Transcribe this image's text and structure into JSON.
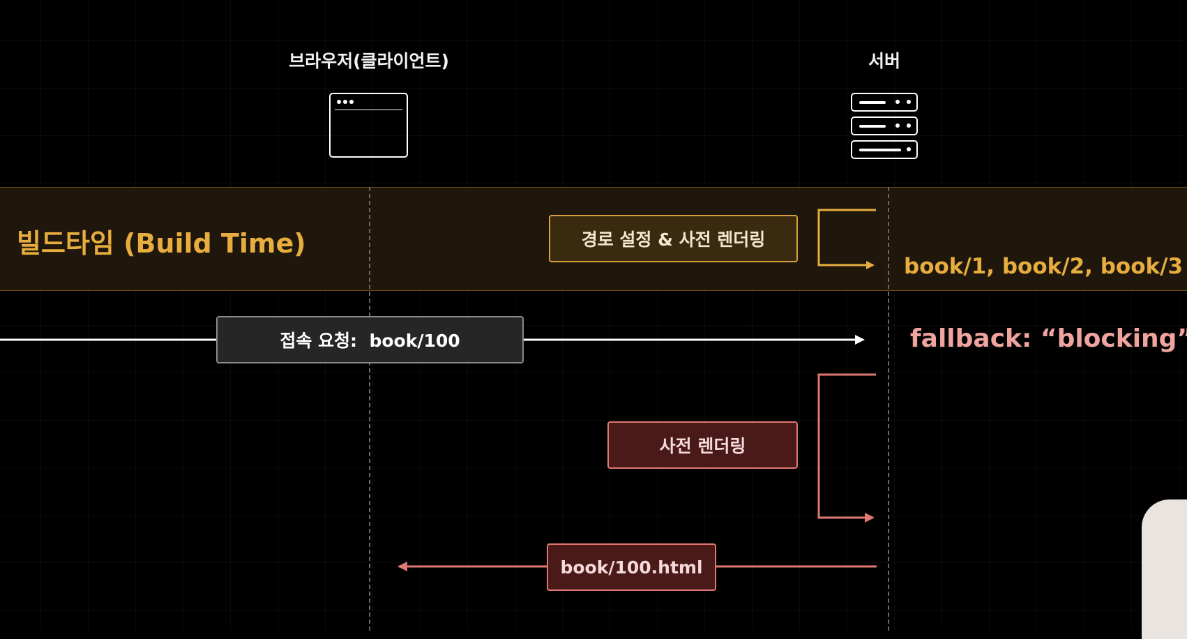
{
  "actors": {
    "client_label": "브라우저(클라이언트)",
    "server_label": "서버"
  },
  "build_band": {
    "title": "빌드타임 (Build Time)",
    "step_label": "경로 설정 & 사전 렌더링",
    "generated_paths": "book/1, book/2, book/3"
  },
  "request": {
    "label": "접속 요청:  book/100",
    "fallback": "fallback: “blocking”"
  },
  "render": {
    "label": "사전 렌더링"
  },
  "response": {
    "label": "book/100.html"
  },
  "colors": {
    "background": "#000000",
    "gold": "#e7ad3f",
    "red": "#e07a72",
    "white": "#ffffff"
  },
  "icons": [
    "browser-window-icon",
    "server-rack-icon"
  ]
}
